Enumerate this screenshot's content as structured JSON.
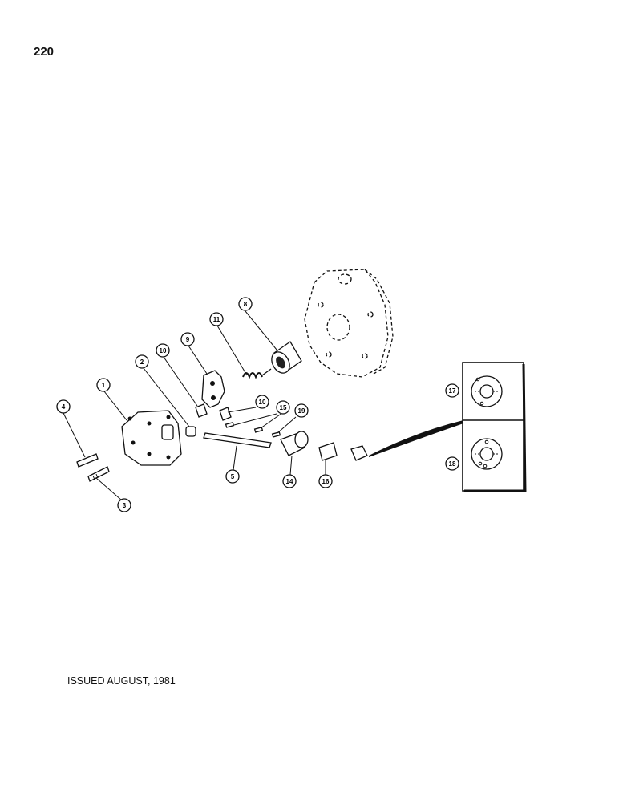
{
  "page": {
    "page_number": "220",
    "issued": "ISSUED AUGUST, 1981"
  },
  "callouts": {
    "c1": "1",
    "c2": "2",
    "c3": "3",
    "c4": "4",
    "c5": "5",
    "c8": "8",
    "c9": "9",
    "c10a": "10",
    "c10b": "10",
    "c11": "11",
    "c14": "14",
    "c15": "15",
    "c16": "16",
    "c17": "17",
    "c18": "18",
    "c19": "19"
  }
}
